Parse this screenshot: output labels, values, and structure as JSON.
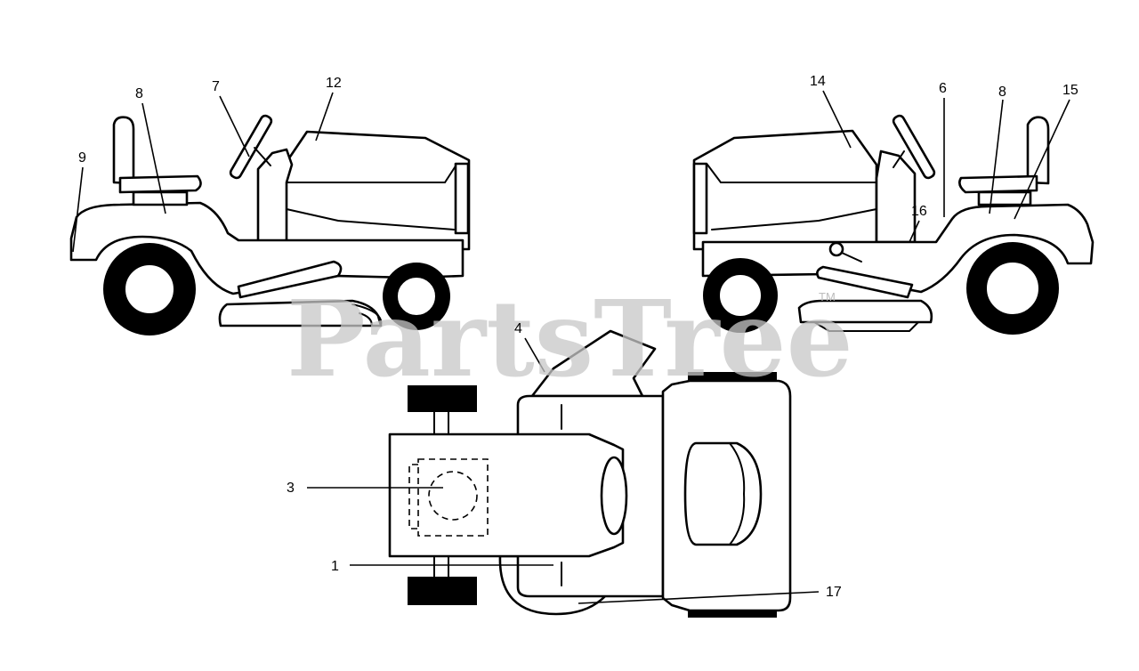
{
  "watermark": {
    "text": "PartsTree",
    "trademark": "TM"
  },
  "callouts": {
    "left_view": {
      "c9": "9",
      "c8": "8",
      "c7": "7",
      "c12": "12"
    },
    "right_view": {
      "c14": "14",
      "c6": "6",
      "c8": "8",
      "c15": "15",
      "c16": "16"
    },
    "top_view": {
      "c4": "4",
      "c3": "3",
      "c1": "1",
      "c17": "17"
    }
  }
}
